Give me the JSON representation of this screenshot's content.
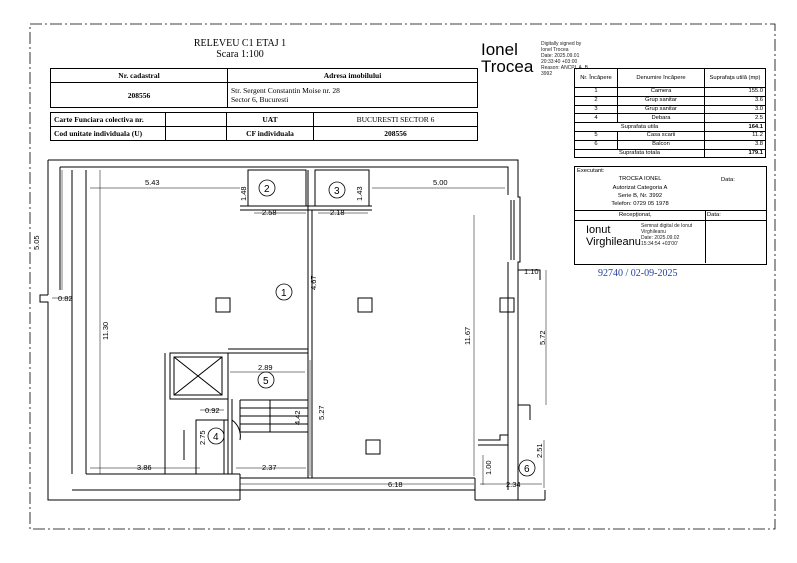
{
  "title": {
    "line1": "RELEVEU C1 ETAJ 1",
    "line2": "Scara 1:100"
  },
  "info_table": {
    "nr_cadastral_label": "Nr. cadastral",
    "adresa_label": "Adresa imobilului",
    "nr_cadastral_value": "208556",
    "adresa_line1": "Str. Sergent Constantin Moise nr. 28",
    "adresa_line2": "Sector 6, Bucuresti"
  },
  "info_table2": {
    "cf_colectiva_label": "Carte Funciara colectiva nr.",
    "uat_label": "UAT",
    "uat_value": "BUCURESTI SECTOR 6",
    "cod_unitate_label": "Cod unitate individuala (U)",
    "cf_individuala_label": "CF individuala",
    "cf_individuala_value": "208556"
  },
  "signature1": {
    "name_line1": "Ionel",
    "name_line2": "Trocea",
    "details": [
      "Digitally signed by",
      "Ionel Trocea",
      "Date: 2025.09.01",
      "20:33:40 +03:00",
      "Reason: ANCPI, A. B.",
      "3992"
    ]
  },
  "rooms_table": {
    "headers": [
      "Nr. Încăpere",
      "Denumire încăpere",
      "Suprafaţa utilă (mp)"
    ],
    "rows": [
      {
        "nr": "1",
        "name": "Camera",
        "area": "155.0"
      },
      {
        "nr": "2",
        "name": "Grup sanitar",
        "area": "3.6"
      },
      {
        "nr": "3",
        "name": "Grup sanitar",
        "area": "3.0"
      },
      {
        "nr": "4",
        "name": "Debara",
        "area": "2.5"
      }
    ],
    "suprafata_utila_label": "Suprafata utila",
    "suprafata_utila_value": "164.1",
    "rows2": [
      {
        "nr": "5",
        "name": "Casa scarii",
        "area": "11.2"
      },
      {
        "nr": "6",
        "name": "Balcon",
        "area": "3.8"
      }
    ],
    "suprafata_totala_label": "Suprafata totala",
    "suprafata_totala_value": "179.1"
  },
  "executant": {
    "label": "Executant:",
    "date_label": "Data:",
    "name": "TROCEA IONEL",
    "line2": "Autorizat Categoria A",
    "line3": "Serie B, Nr. 3992",
    "line4": "Telefon: 0729 05 1978",
    "receptionat_label": "Recepţionat,",
    "data2_label": "Data:"
  },
  "signature2": {
    "name_line1": "Ionut",
    "name_line2": "Virghileanu",
    "details": [
      "Semnat digital de Ionut",
      "Virghileanu",
      "Date: 2025.09.02",
      "15:34:54 +03'00'"
    ]
  },
  "reference": "92740 / 02-09-2025",
  "plan": {
    "dimensions": {
      "d543": "5.43",
      "d500": "5.00",
      "d148": "1.48",
      "d258": "2.58",
      "d218": "2.18",
      "d143": "1.43",
      "d505": "5.05",
      "d082": "0.82",
      "d1130": "11.30",
      "d467": "4.67",
      "d1167": "11.67",
      "d572": "5.72",
      "d110": "1.10",
      "d289": "2.89",
      "d092": "0.92",
      "d275": "2.75",
      "d442": "4.42",
      "d527": "5.27",
      "d386": "3.86",
      "d237": "2.37",
      "d618": "6.18",
      "d251": "2.51",
      "d234": "2.34",
      "d100": "1.00"
    },
    "room_labels": [
      "1",
      "2",
      "3",
      "4",
      "5",
      "6"
    ]
  }
}
